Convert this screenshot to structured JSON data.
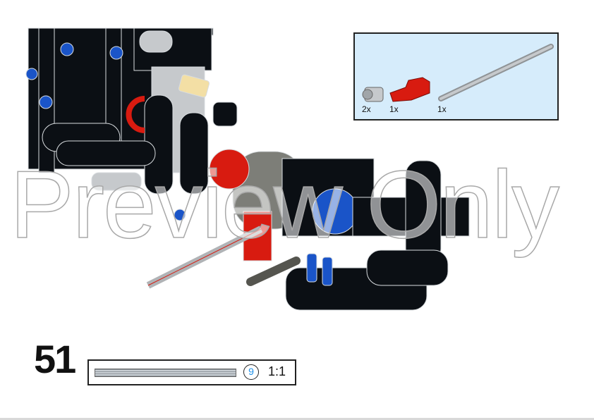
{
  "step": {
    "number": "51"
  },
  "parts_callout": {
    "background": "#d6ecfb",
    "parts": [
      {
        "name": "gray-bush",
        "color": "#a0a5a9",
        "quantity": "2x"
      },
      {
        "name": "red-steering-arm",
        "color": "#d81b10",
        "quantity": "1x"
      },
      {
        "name": "gray-axle",
        "color": "#a0a5a9",
        "quantity": "1x"
      }
    ]
  },
  "axle_length": {
    "length": "9",
    "scale": "1:1",
    "circle_color": "#1e90e8"
  },
  "watermark": {
    "text": "Preview Only"
  },
  "model_colors": {
    "black": "#0b0f14",
    "red": "#d81b10",
    "blue": "#1a54c8",
    "light_gray": "#c6c9cc",
    "dark_gray": "#7d7e78",
    "tan": "#f3dfa5"
  }
}
